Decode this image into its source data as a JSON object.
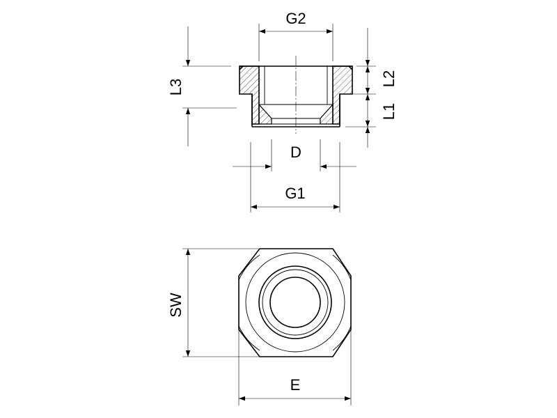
{
  "labels": {
    "g2": "G2",
    "l3": "L3",
    "l2": "L2",
    "l1": "L1",
    "d": "D",
    "g1": "G1",
    "sw": "SW",
    "e": "E"
  }
}
